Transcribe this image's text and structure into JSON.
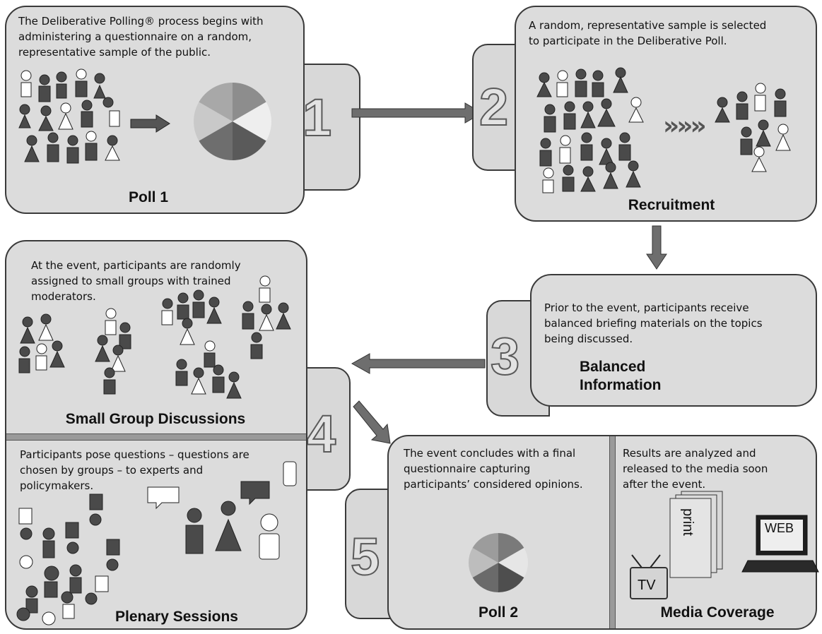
{
  "colors": {
    "panel": "#dcdcdc",
    "border": "#3a3a3a",
    "arrow": "#6e6e6e",
    "figure": "#4a4a4a"
  },
  "steps": [
    {
      "number": "1",
      "label": "Poll 1",
      "text": [
        "The Deliberative Polling® process begins with",
        "administering a questionnaire on a random,",
        "representative sample of the public."
      ]
    },
    {
      "number": "2",
      "label": "Recruitment",
      "text": [
        "A random, representative sample is selected",
        "to participate in the Deliberative Poll."
      ]
    },
    {
      "number": "3",
      "label": [
        "Balanced",
        "Information"
      ],
      "text": [
        "Prior to the event, participants receive",
        "balanced briefing materials on the topics",
        "being discussed."
      ]
    },
    {
      "number": "4",
      "small_groups": {
        "label": "Small Group Discussions",
        "text": [
          "At the event, participants are randomly",
          "assigned to small groups with trained",
          "moderators."
        ]
      },
      "plenary": {
        "label": "Plenary Sessions",
        "text": [
          "Participants pose questions – questions are",
          "chosen by groups – to experts and",
          "policymakers."
        ]
      }
    },
    {
      "number": "5",
      "poll2": {
        "label": "Poll 2",
        "text": [
          "The event concludes with a final",
          "questionnaire capturing",
          "participants’ considered opinions."
        ]
      },
      "media": {
        "label": "Media Coverage",
        "text": [
          "Results are analyzed and",
          "released to the media soon",
          "after the event."
        ],
        "icons": {
          "tv": "TV",
          "print": "print",
          "web": "WEB"
        }
      }
    }
  ],
  "chevrons": "»»»"
}
